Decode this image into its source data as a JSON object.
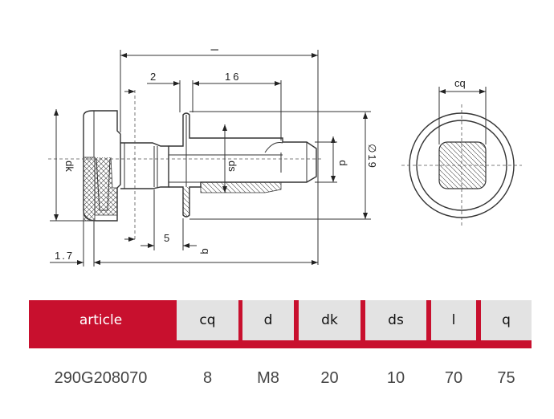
{
  "drawing": {
    "dim_l": "l",
    "dim_2": "2",
    "dim_16": "16",
    "dim_dk": "dk",
    "dim_ds": "ds",
    "dim_d": "d",
    "dim_19": "∅19",
    "dim_5": "5",
    "dim_q": "q",
    "dim_17": "1.7",
    "dim_cq": "cq"
  },
  "table": {
    "headers": [
      "article",
      "cq",
      "d",
      "dk",
      "ds",
      "l",
      "q"
    ],
    "rows": [
      [
        "290G208070",
        "8",
        "M8",
        "20",
        "10",
        "70",
        "75"
      ]
    ],
    "accent": "#c8102e",
    "header_bg": "#e3e3e3"
  }
}
